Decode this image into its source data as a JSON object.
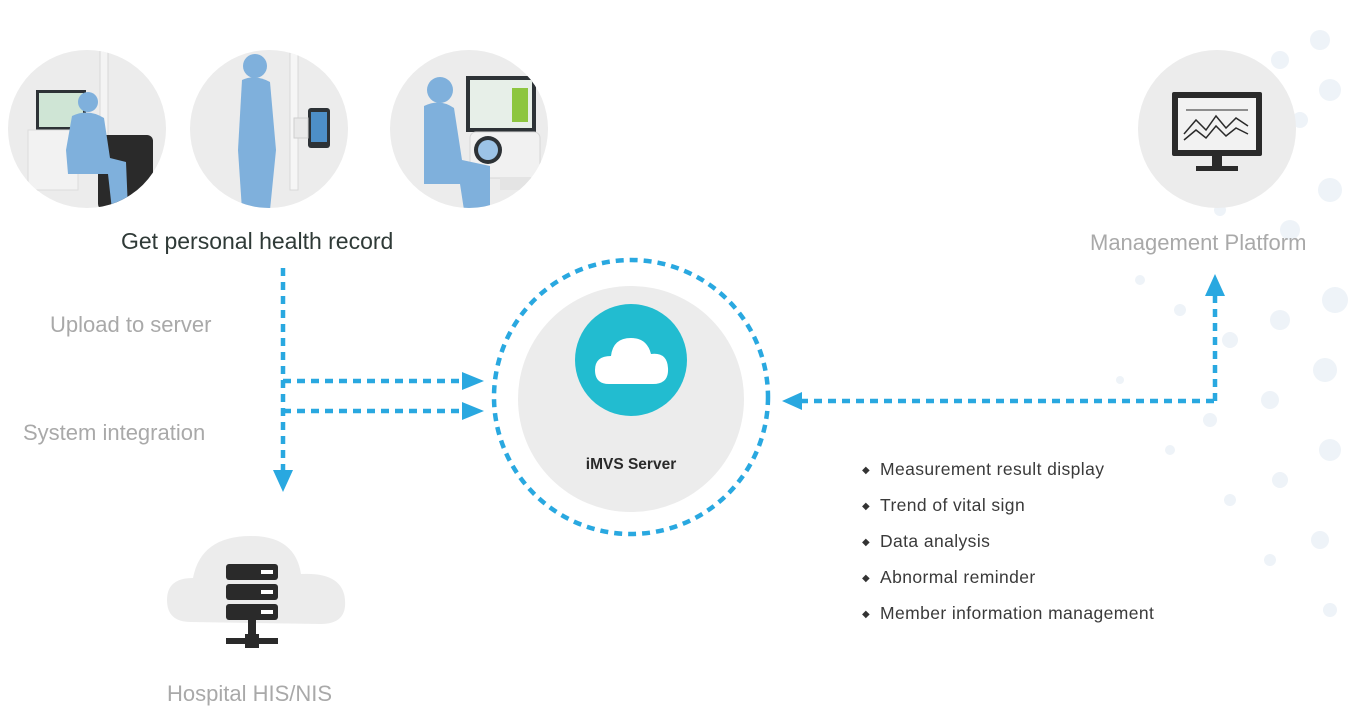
{
  "devices": {
    "title": "Get personal health record",
    "images": [
      "height-weight-kiosk-icon",
      "standing-scale-icon",
      "blood-pressure-station-icon"
    ]
  },
  "flows": {
    "upload_label": "Upload to server",
    "integration_label": "System integration"
  },
  "server": {
    "label": "iMVS Server"
  },
  "management": {
    "label": "Management Platform"
  },
  "hospital": {
    "label": "Hospital HIS/NIS"
  },
  "features": {
    "bullet": "◆",
    "items": [
      "Measurement result display",
      "Trend of vital sign",
      "Data analysis",
      "Abnormal reminder",
      "Member information management"
    ]
  },
  "colors": {
    "accent": "#29a8e0",
    "cloud": "#22bcd0",
    "gray_circle": "#ececec",
    "silhouette": "#7fb0dc"
  }
}
